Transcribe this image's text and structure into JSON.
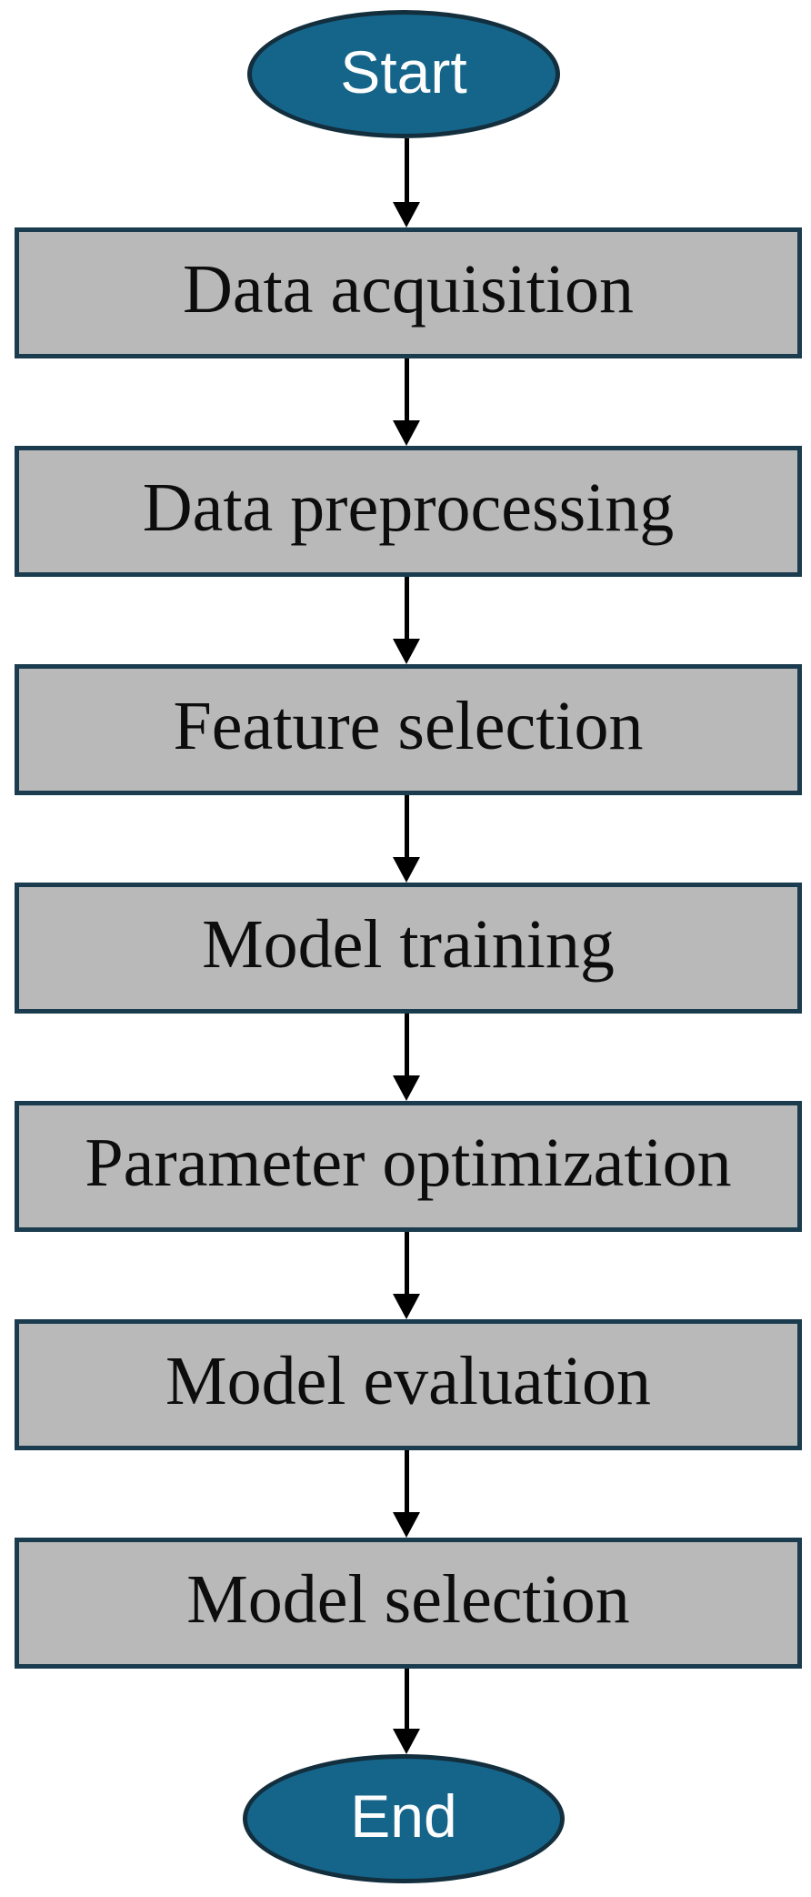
{
  "flowchart": {
    "type": "flowchart",
    "direction": "top-to-bottom",
    "start_label": "Start",
    "end_label": "End",
    "steps": [
      {
        "label": "Data acquisition"
      },
      {
        "label": "Data preprocessing"
      },
      {
        "label": "Feature selection"
      },
      {
        "label": "Model training"
      },
      {
        "label": "Parameter optimization"
      },
      {
        "label": "Model evaluation"
      },
      {
        "label": "Model selection"
      }
    ],
    "colors": {
      "terminal_fill": "#15658a",
      "terminal_border": "#132e3d",
      "terminal_text": "#fdfdfd",
      "step_fill": "#b9b9b9",
      "step_border": "#1b3c4e",
      "step_text": "#0d0d0d",
      "arrow_color": "#000000",
      "background": "#ffffff"
    }
  }
}
